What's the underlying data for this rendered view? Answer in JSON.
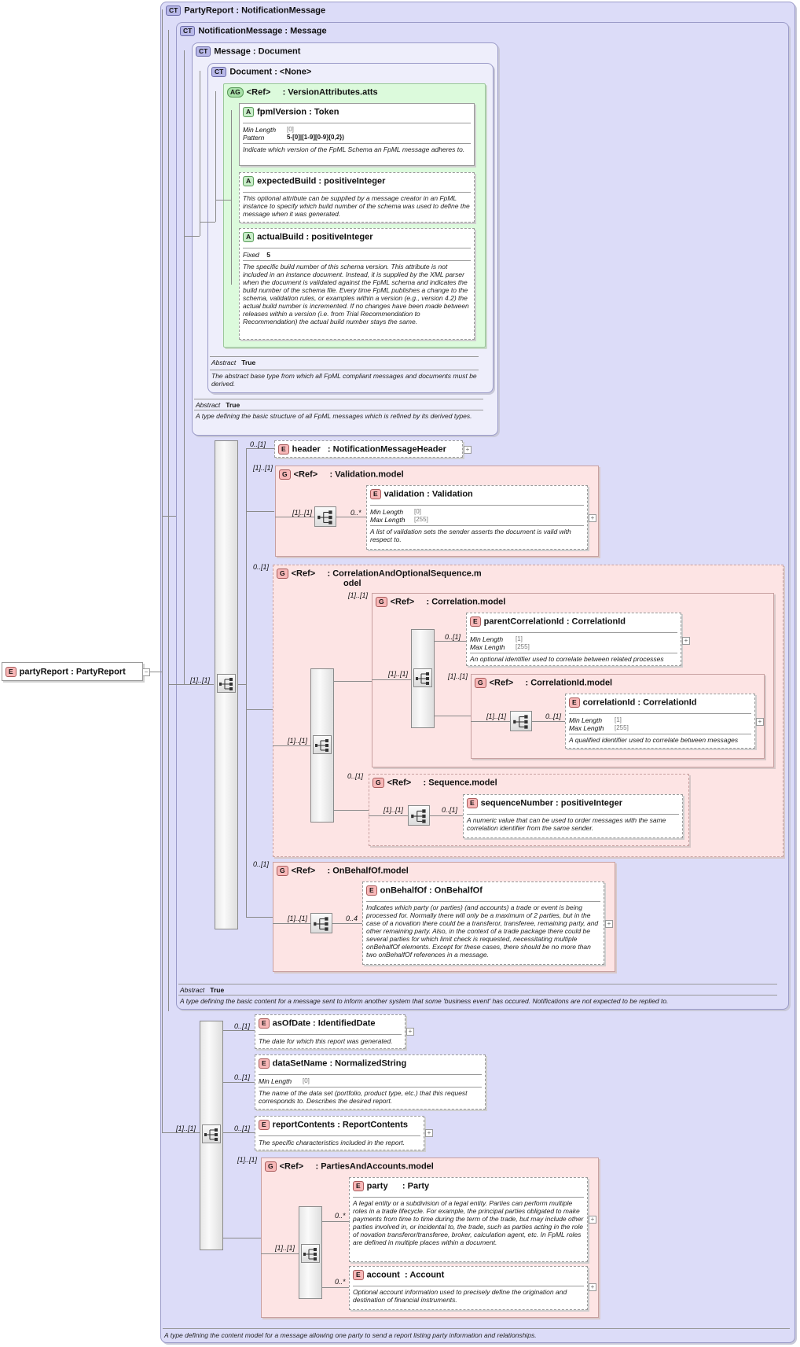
{
  "root": {
    "badge": "E",
    "name": "partyReport",
    "type": "PartyReport"
  },
  "ct_party_report": {
    "badge": "CT",
    "name": "PartyReport",
    "type": "NotificationMessage",
    "footer": "A type defining the content model for a message allowing one party to send a report listing party information and relationships."
  },
  "ct_notification": {
    "badge": "CT",
    "name": "NotificationMessage",
    "type": "Message",
    "abstract_label": "Abstract",
    "abstract_value": "True",
    "footer": "A type defining the basic content for a message sent to inform another system that some 'business event' has occured. Notifications are not expected to be replied to."
  },
  "ct_message": {
    "badge": "CT",
    "name": "Message",
    "type": "Document",
    "abstract_label": "Abstract",
    "abstract_value": "True",
    "footer": "A type defining the basic structure of all FpML messages which is refined by its derived types."
  },
  "ct_document": {
    "badge": "CT",
    "name": "Document",
    "type": "<None>",
    "abstract_label": "Abstract",
    "abstract_value": "True",
    "footer": "The abstract base type from which all FpML compliant messages and documents must be derived."
  },
  "ag_version": {
    "badge": "AG",
    "ref": "<Ref>",
    "type": "VersionAttributes.atts"
  },
  "attr_fpml": {
    "badge": "A",
    "name": "fpmlVersion",
    "type": "Token",
    "min_label": "Min Length",
    "min_value": "[0]",
    "pattern_label": "Pattern",
    "pattern_value": "5-[0]|[1-9][0-9]{0,2})",
    "desc": "Indicate which version of the FpML Schema an FpML message adheres to."
  },
  "attr_expected": {
    "badge": "A",
    "name": "expectedBuild",
    "type": "positiveInteger",
    "desc": "This optional attribute can be supplied by a message creator in an FpML instance to specify which build number of the schema was used to define the message when it was generated."
  },
  "attr_actual": {
    "badge": "A",
    "name": "actualBuild",
    "type": "positiveInteger",
    "fixed_label": "Fixed",
    "fixed_value": "5",
    "desc": "The specific build number of this schema version. This attribute is not included in an instance document. Instead, it is supplied by the XML parser when the document is validated against the FpML schema and indicates the build number of the schema file. Every time FpML publishes a change to the schema, validation rules, or examples within a version (e.g., version 4.2) the actual build number is incremented. If no changes have been made between releases within a version (i.e. from Trial Recommendation to Recommendation) the actual build number stays the same."
  },
  "el_header": {
    "badge": "E",
    "name": "header",
    "type": "NotificationMessageHeader",
    "card": "0..[1]"
  },
  "grp_validation": {
    "badge": "G",
    "ref": "<Ref>",
    "type": "Validation.model",
    "card": "[1]..[1]",
    "inner_card": "[1]..[1]"
  },
  "el_validation": {
    "badge": "E",
    "name": "validation",
    "type": "Validation",
    "card": "0..*",
    "min_label": "Min Length",
    "min_value": "[0]",
    "max_label": "Max Length",
    "max_value": "[255]",
    "desc": "A list of validation sets the sender asserts the document is valid with respect to."
  },
  "grp_corr_opt": {
    "badge": "G",
    "ref": "<Ref>",
    "type1": "CorrelationAndOptionalSequence.m",
    "type2": "odel",
    "card": "0..[1]",
    "inner_card": "[1]..[1]"
  },
  "grp_correlation": {
    "badge": "G",
    "ref": "<Ref>",
    "type": "Correlation.model",
    "card": "[1]..[1]",
    "inner_card": "[1]..[1]"
  },
  "el_parent": {
    "badge": "E",
    "name": "parentCorrelationId",
    "type": "CorrelationId",
    "card": "0..[1]",
    "min_label": "Min Length",
    "min_value": "[1]",
    "max_label": "Max Length",
    "max_value": "[255]",
    "desc": "An optional identifier used to correlate between related processes"
  },
  "grp_corrid": {
    "badge": "G",
    "ref": "<Ref>",
    "type": "CorrelationId.model",
    "card": "[1]..[1]",
    "inner_card": "[1]..[1]"
  },
  "el_corrid": {
    "badge": "E",
    "name": "correlationId",
    "type": "CorrelationId",
    "card": "0..[1]",
    "min_label": "Min Length",
    "min_value": "[1]",
    "max_label": "Max Length",
    "max_value": "[255]",
    "desc": "A qualified identifier used to correlate between messages"
  },
  "grp_sequence": {
    "badge": "G",
    "ref": "<Ref>",
    "type": "Sequence.model",
    "card": "0..[1]",
    "inner_card": "[1]..[1]"
  },
  "el_seqnum": {
    "badge": "E",
    "name": "sequenceNumber",
    "type": "positiveInteger",
    "card": "0..[1]",
    "desc": "A numeric value that can be used to order messages with the same correlation identifier from the same sender."
  },
  "grp_behalf": {
    "badge": "G",
    "ref": "<Ref>",
    "type": "OnBehalfOf.model",
    "card": "0..[1]",
    "inner_card": "[1]..[1]"
  },
  "el_behalf": {
    "badge": "E",
    "name": "onBehalfOf",
    "type": "OnBehalfOf",
    "card": "0..4",
    "desc": "Indicates which party (or parties) (and accounts) a trade or event is being processed for. Normally there will only be a maximum of 2 parties, but in the case of a novation there could be a transferor, transferee, remaining party, and other remaining party. Also, in the context of a trade package there could be several parties for which limit check is requested, necessitating multiple onBehalfOf elements. Except for these cases, there should be no more than two onBehalfOf references in a message."
  },
  "seq_main_card": "[1]..[1]",
  "seq_bottom_card": "[1]..[1]",
  "el_asof": {
    "badge": "E",
    "name": "asOfDate",
    "type": "IdentifiedDate",
    "card": "0..[1]",
    "desc": "The date for which this report was generated."
  },
  "el_dataset": {
    "badge": "E",
    "name": "dataSetName",
    "type": "NormalizedString",
    "card": "0..[1]",
    "min_label": "Min Length",
    "min_value": "[0]",
    "desc": "The name of the data set (portfolio, product type, etc.) that this request corresponds to. Describes the desired report."
  },
  "el_contents": {
    "badge": "E",
    "name": "reportContents",
    "type": "ReportContents",
    "card": "0..[1]",
    "desc": "The specific characteristics included in the report."
  },
  "grp_parties": {
    "badge": "G",
    "ref": "<Ref>",
    "type": "PartiesAndAccounts.model",
    "card": "[1]..[1]",
    "inner_card": "[1]..[1]"
  },
  "el_party": {
    "badge": "E",
    "name": "party",
    "type": "Party",
    "card": "0..*",
    "desc": "A legal entity or a subdivision of a legal entity. Parties can perform multiple roles in a trade lifecycle. For example, the principal parties obligated to make payments from time to time during the term of the trade, but may include other parties involved in, or incidental to, the trade, such as parties acting in the role of novation transferor/transferee, broker, calculation agent, etc. In FpML roles are defined in multiple places within a document."
  },
  "el_account": {
    "badge": "E",
    "name": "account",
    "type": "Account",
    "card": "0..*",
    "desc": "Optional account information used to precisely define the origination and destination of financial instruments."
  },
  "plus_glyph": "+",
  "minus_glyph": "−",
  "colon": ":"
}
